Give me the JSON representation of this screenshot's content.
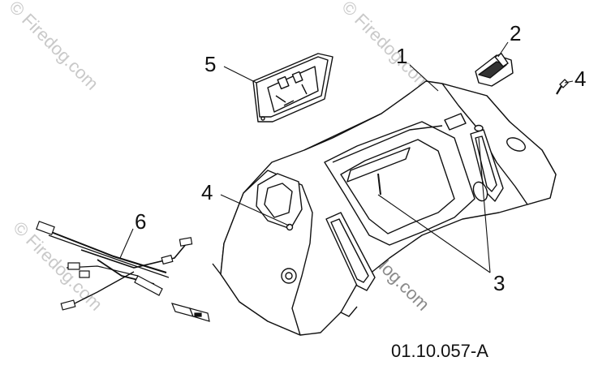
{
  "diagram": {
    "callouts": [
      {
        "id": "1",
        "label": "1"
      },
      {
        "id": "2",
        "label": "2"
      },
      {
        "id": "3",
        "label": "3"
      },
      {
        "id": "4a",
        "label": "4"
      },
      {
        "id": "4b",
        "label": "4"
      },
      {
        "id": "5",
        "label": "5"
      },
      {
        "id": "6",
        "label": "6"
      }
    ],
    "drawing_number": "01.10.057-A",
    "watermark": "© Firedog.com"
  },
  "colors": {
    "line": "#111111",
    "fill": "#ffffff",
    "watermark": "#c9c9c9"
  }
}
